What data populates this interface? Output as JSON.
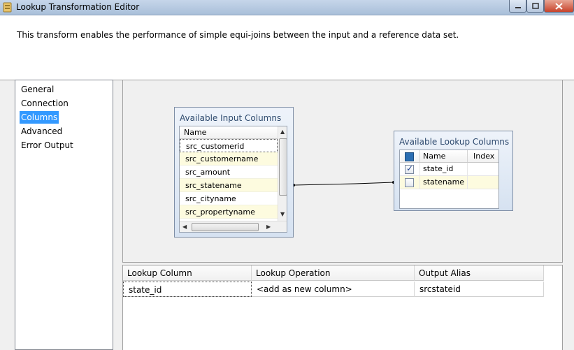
{
  "window": {
    "title": "Lookup Transformation Editor"
  },
  "header": {
    "description": "This transform enables the performance of simple equi-joins between the input and a reference data set."
  },
  "nav": {
    "items": [
      {
        "label": "General"
      },
      {
        "label": "Connection"
      },
      {
        "label": "Columns",
        "selected": true
      },
      {
        "label": "Advanced"
      },
      {
        "label": "Error Output"
      }
    ]
  },
  "input_columns": {
    "title": "Available Input Columns",
    "header": "Name",
    "rows": [
      "src_customerid",
      "src_customername",
      "src_amount",
      "src_statename",
      "src_cityname",
      "src_propertyname"
    ]
  },
  "lookup_columns": {
    "title": "Available Lookup Columns",
    "headers": {
      "name": "Name",
      "index": "Index"
    },
    "rows": [
      {
        "name": "state_id",
        "checked": true
      },
      {
        "name": "statename",
        "checked": false
      }
    ]
  },
  "output_grid": {
    "headers": [
      "Lookup Column",
      "Lookup Operation",
      "Output Alias"
    ],
    "rows": [
      {
        "lookup_column": "state_id",
        "operation": "<add as new column>",
        "alias": "srcstateid"
      }
    ]
  },
  "icons": {
    "app": "lookup-transform-icon",
    "minimize": "minimize-icon",
    "maximize": "maximize-icon",
    "close": "close-icon"
  },
  "colors": {
    "selection": "#3399ff",
    "row_alt": "#fdfbdf",
    "close": "#c7432b"
  }
}
